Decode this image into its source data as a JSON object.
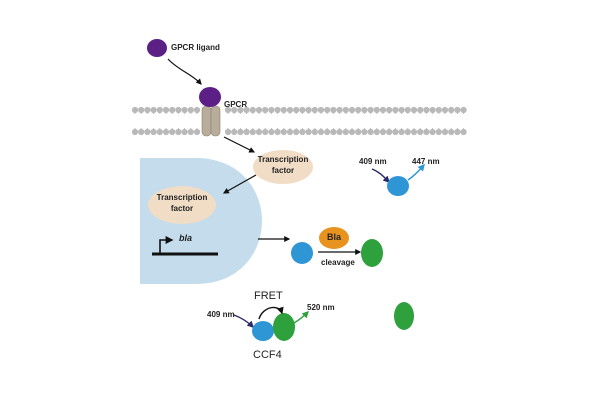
{
  "diagram": {
    "ligand_label": "GPCR ligand",
    "receptor_label": "GPCR",
    "tf_cyto_label": [
      "Transcription",
      "factor"
    ],
    "tf_nuc_label": [
      "Transcription",
      "factor"
    ],
    "gene_label": "bla",
    "enzyme_label": "Bla",
    "cleavage_label": "cleavage",
    "fret_label": "FRET",
    "substrate_label": "CCF4",
    "excite_top": "409 nm",
    "emit_top": "447 nm",
    "excite_bottom": "409 nm",
    "emit_bottom": "520 nm"
  },
  "colors": {
    "ligand": "#5b1f86",
    "receptor": "#b8ad9a",
    "membrane": "#b9b9b9",
    "nucleus": "#c4dcec",
    "tf_fill": "#f1dcc6",
    "enzyme": "#e8931e",
    "blue_dye": "#2f96d6",
    "green_dye": "#2ea13c",
    "arrow_dark": "#2c2a6b",
    "arrow_blue": "#2f96d6",
    "arrow_green": "#2ea13c"
  }
}
